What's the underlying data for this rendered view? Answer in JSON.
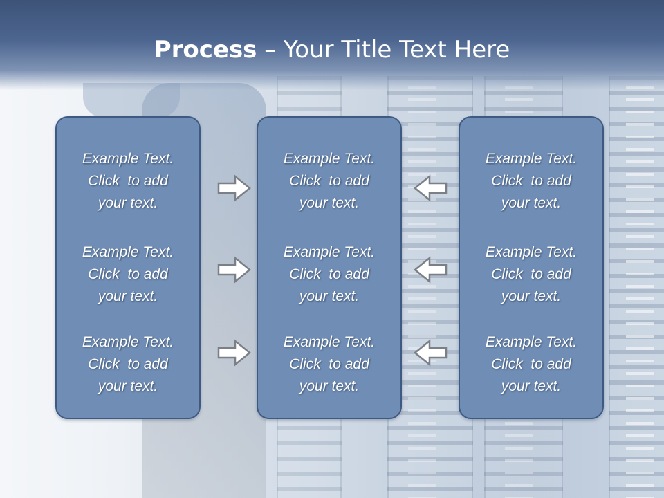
{
  "title": {
    "bold": "Process",
    "rest": " – Your Title Text Here"
  },
  "panels": [
    {
      "items": [
        {
          "line1": "Example Text.",
          "line2": "Click  to add",
          "line3": "your text."
        },
        {
          "line1": "Example Text.",
          "line2": "Click  to add",
          "line3": "your text."
        },
        {
          "line1": "Example Text.",
          "line2": "Click  to add",
          "line3": "your text."
        }
      ]
    },
    {
      "items": [
        {
          "line1": "Example Text.",
          "line2": "Click  to add",
          "line3": "your text."
        },
        {
          "line1": "Example Text.",
          "line2": "Click  to add",
          "line3": "your text."
        },
        {
          "line1": "Example Text.",
          "line2": "Click  to add",
          "line3": "your text."
        }
      ]
    },
    {
      "items": [
        {
          "line1": "Example Text.",
          "line2": "Click  to add",
          "line3": "your text."
        },
        {
          "line1": "Example Text.",
          "line2": "Click  to add",
          "line3": "your text."
        },
        {
          "line1": "Example Text.",
          "line2": "Click  to add",
          "line3": "your text."
        }
      ]
    }
  ],
  "arrows": {
    "left_column": "right-arrow-icon",
    "right_column": "left-arrow-icon"
  },
  "colors": {
    "panel_fill": "#6f8db5",
    "panel_border": "#3f5a82",
    "title_bar": "#4d6690",
    "text": "#ffffff"
  }
}
